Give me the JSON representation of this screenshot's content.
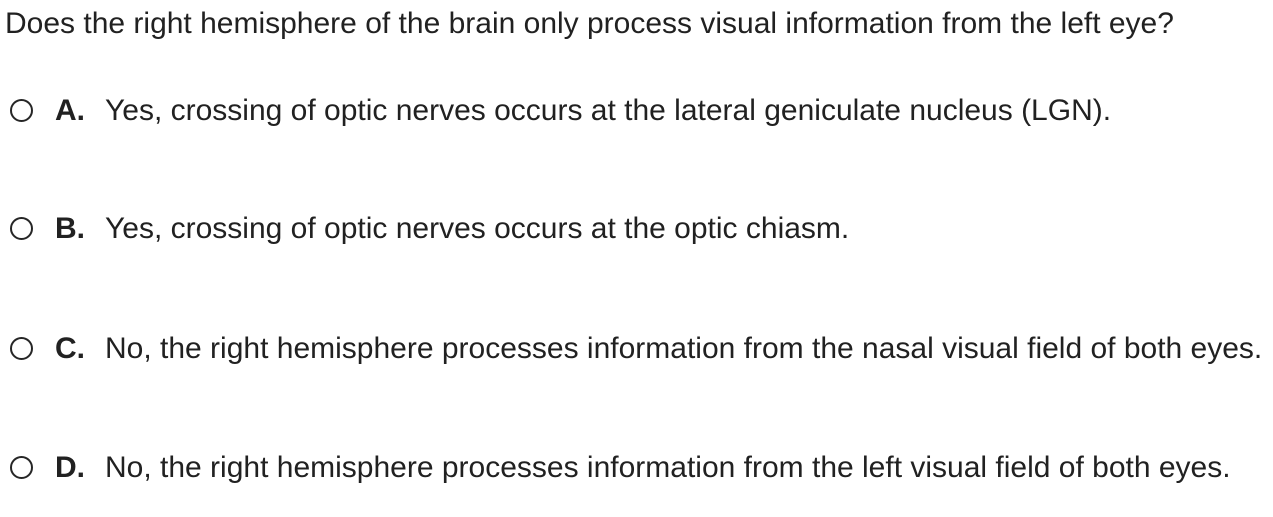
{
  "question": {
    "text": "Does the right hemisphere of the brain only process visual information from the left eye?"
  },
  "options": [
    {
      "letter": "A.",
      "text": "Yes, crossing of optic nerves occurs at the lateral geniculate nucleus (LGN).",
      "selected": false
    },
    {
      "letter": "B.",
      "text": "Yes, crossing of optic nerves occurs at the optic chiasm.",
      "selected": false
    },
    {
      "letter": "C.",
      "text": "No, the right hemisphere processes information from the nasal visual field of both eyes.",
      "selected": false
    },
    {
      "letter": "D.",
      "text": "No, the right hemisphere processes information from the left visual field of both eyes.",
      "selected": false
    }
  ],
  "colors": {
    "text": "#212121",
    "background": "#ffffff",
    "radio_border": "#262626"
  }
}
